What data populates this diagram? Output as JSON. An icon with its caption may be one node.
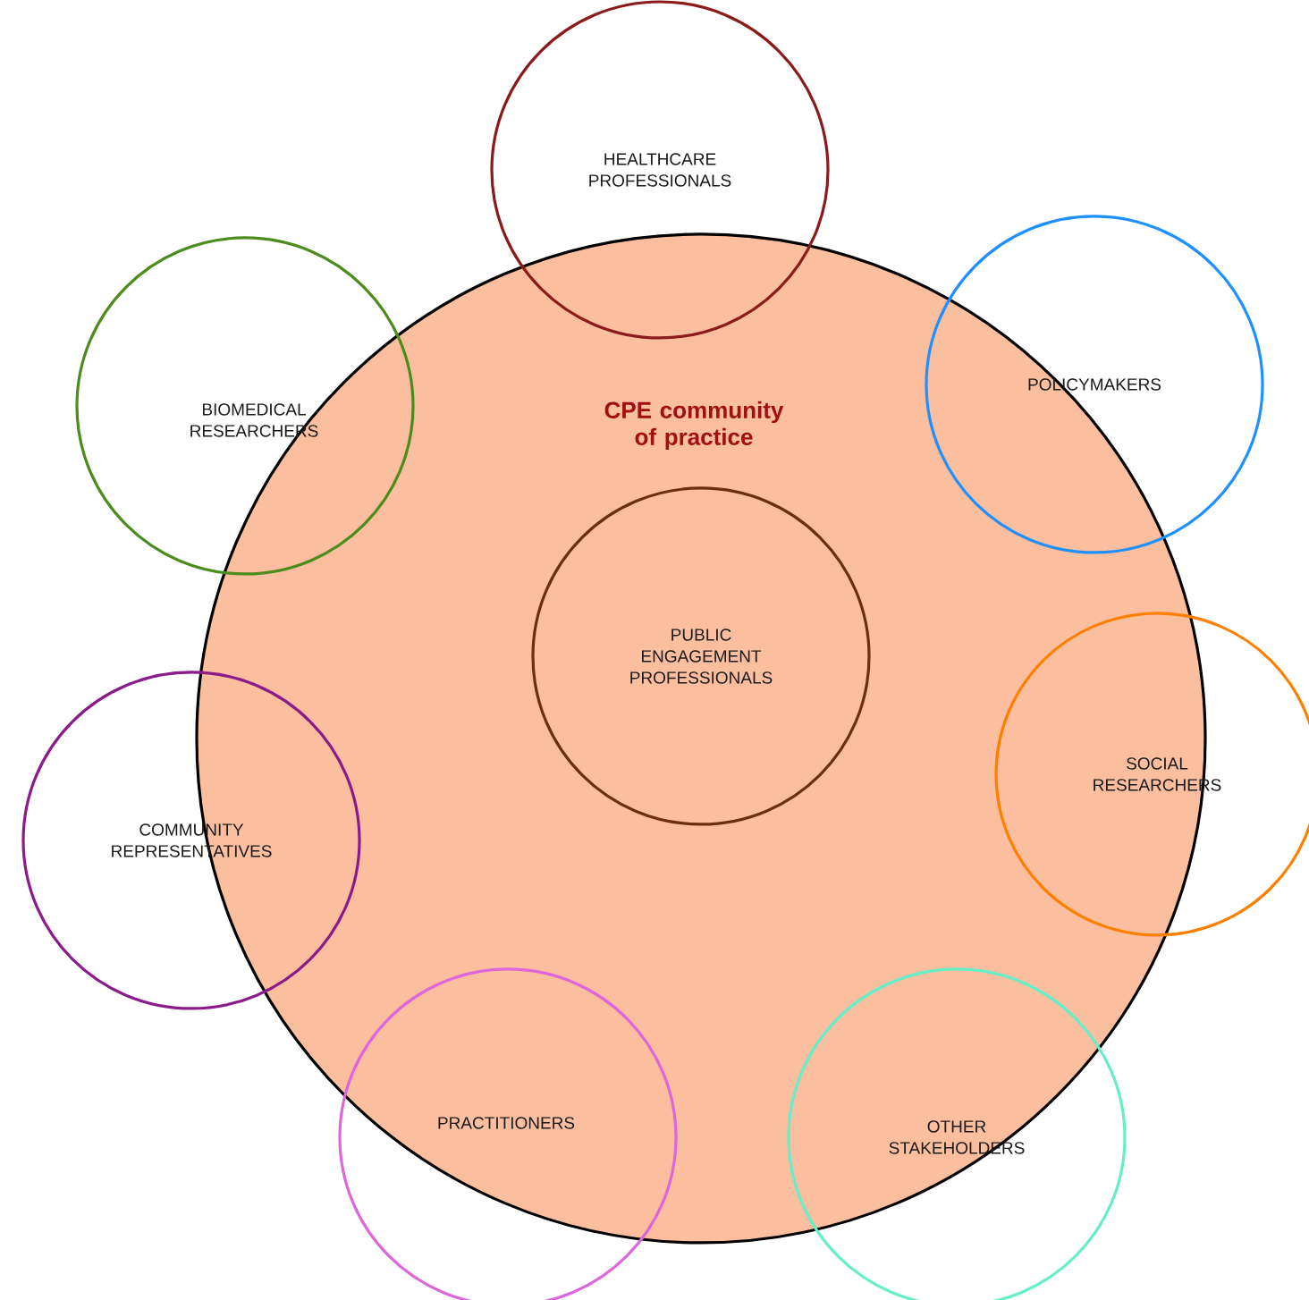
{
  "diagram": {
    "nodes": [
      {
        "text": [
          "HEALTHCARE PROFESSIONALS"
        ]
      },
      {
        "text": [
          "CPE community of practice"
        ]
      },
      {
        "text": [
          "BIOMEDICAL RESEARCHERS"
        ]
      },
      {
        "text": [
          "POLICYMAKERS"
        ]
      },
      {
        "text": [
          "PUBLIC ENGAGEMENT PROFESSIONALS"
        ],
        "in": 1
      },
      {
        "text": [
          "COMMUNITY REPRESENTATIVES"
        ]
      },
      {
        "text": [
          "SOCIAL RESEARCHERS"
        ]
      },
      {
        "text": [
          "PRACTITIONERS"
        ]
      },
      {
        "text": [
          "OTHER STAKEHOLDERS"
        ]
      }
    ]
  }
}
